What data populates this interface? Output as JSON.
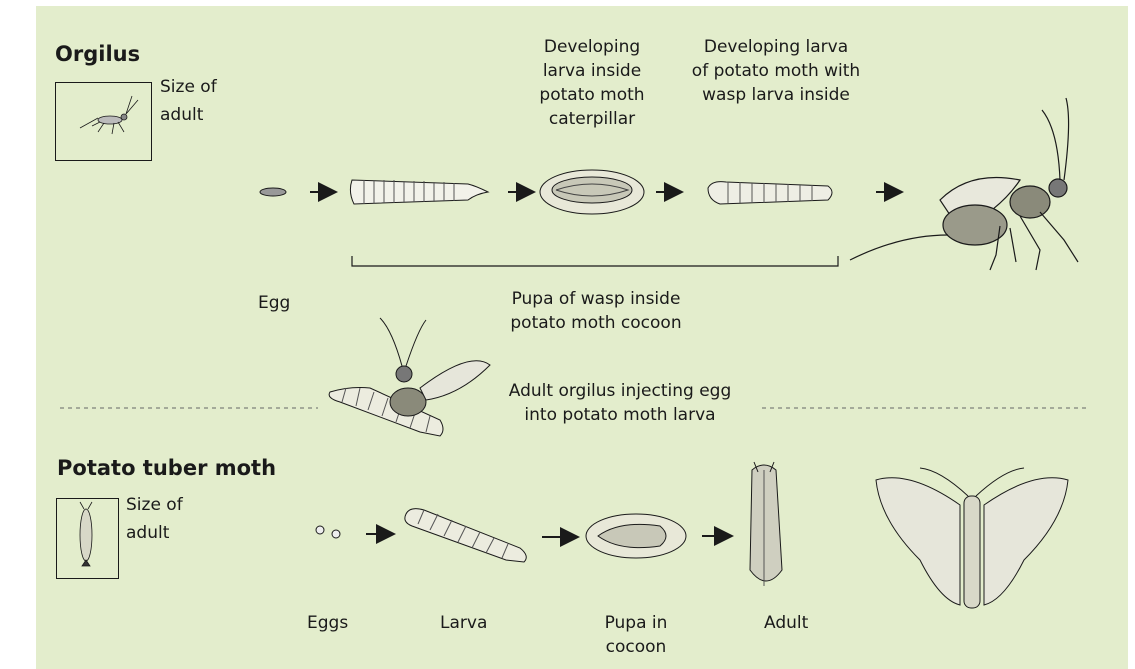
{
  "orgilus": {
    "title": "Orgilus",
    "size_label_1": "Size of",
    "size_label_2": "adult",
    "stage_b1": "Developing",
    "stage_b2": "larva inside",
    "stage_b3": "potato moth",
    "stage_b4": "caterpillar",
    "stage_c1": "Developing larva",
    "stage_c2": "of potato moth with",
    "stage_c3": "wasp larva inside",
    "egg": "Egg",
    "pupa_1": "Pupa of wasp inside",
    "pupa_2": "potato moth cocoon",
    "inject_1": "Adult orgilus injecting egg",
    "inject_2": "into potato moth larva"
  },
  "moth": {
    "title": "Potato tuber moth",
    "size_label_1": "Size of",
    "size_label_2": "adult",
    "eggs": "Eggs",
    "larva": "Larva",
    "pupa_1": "Pupa in",
    "pupa_2": "cocoon",
    "adult": "Adult"
  },
  "colors": {
    "background": "#e3edcc",
    "ink": "#1a1a1a"
  }
}
